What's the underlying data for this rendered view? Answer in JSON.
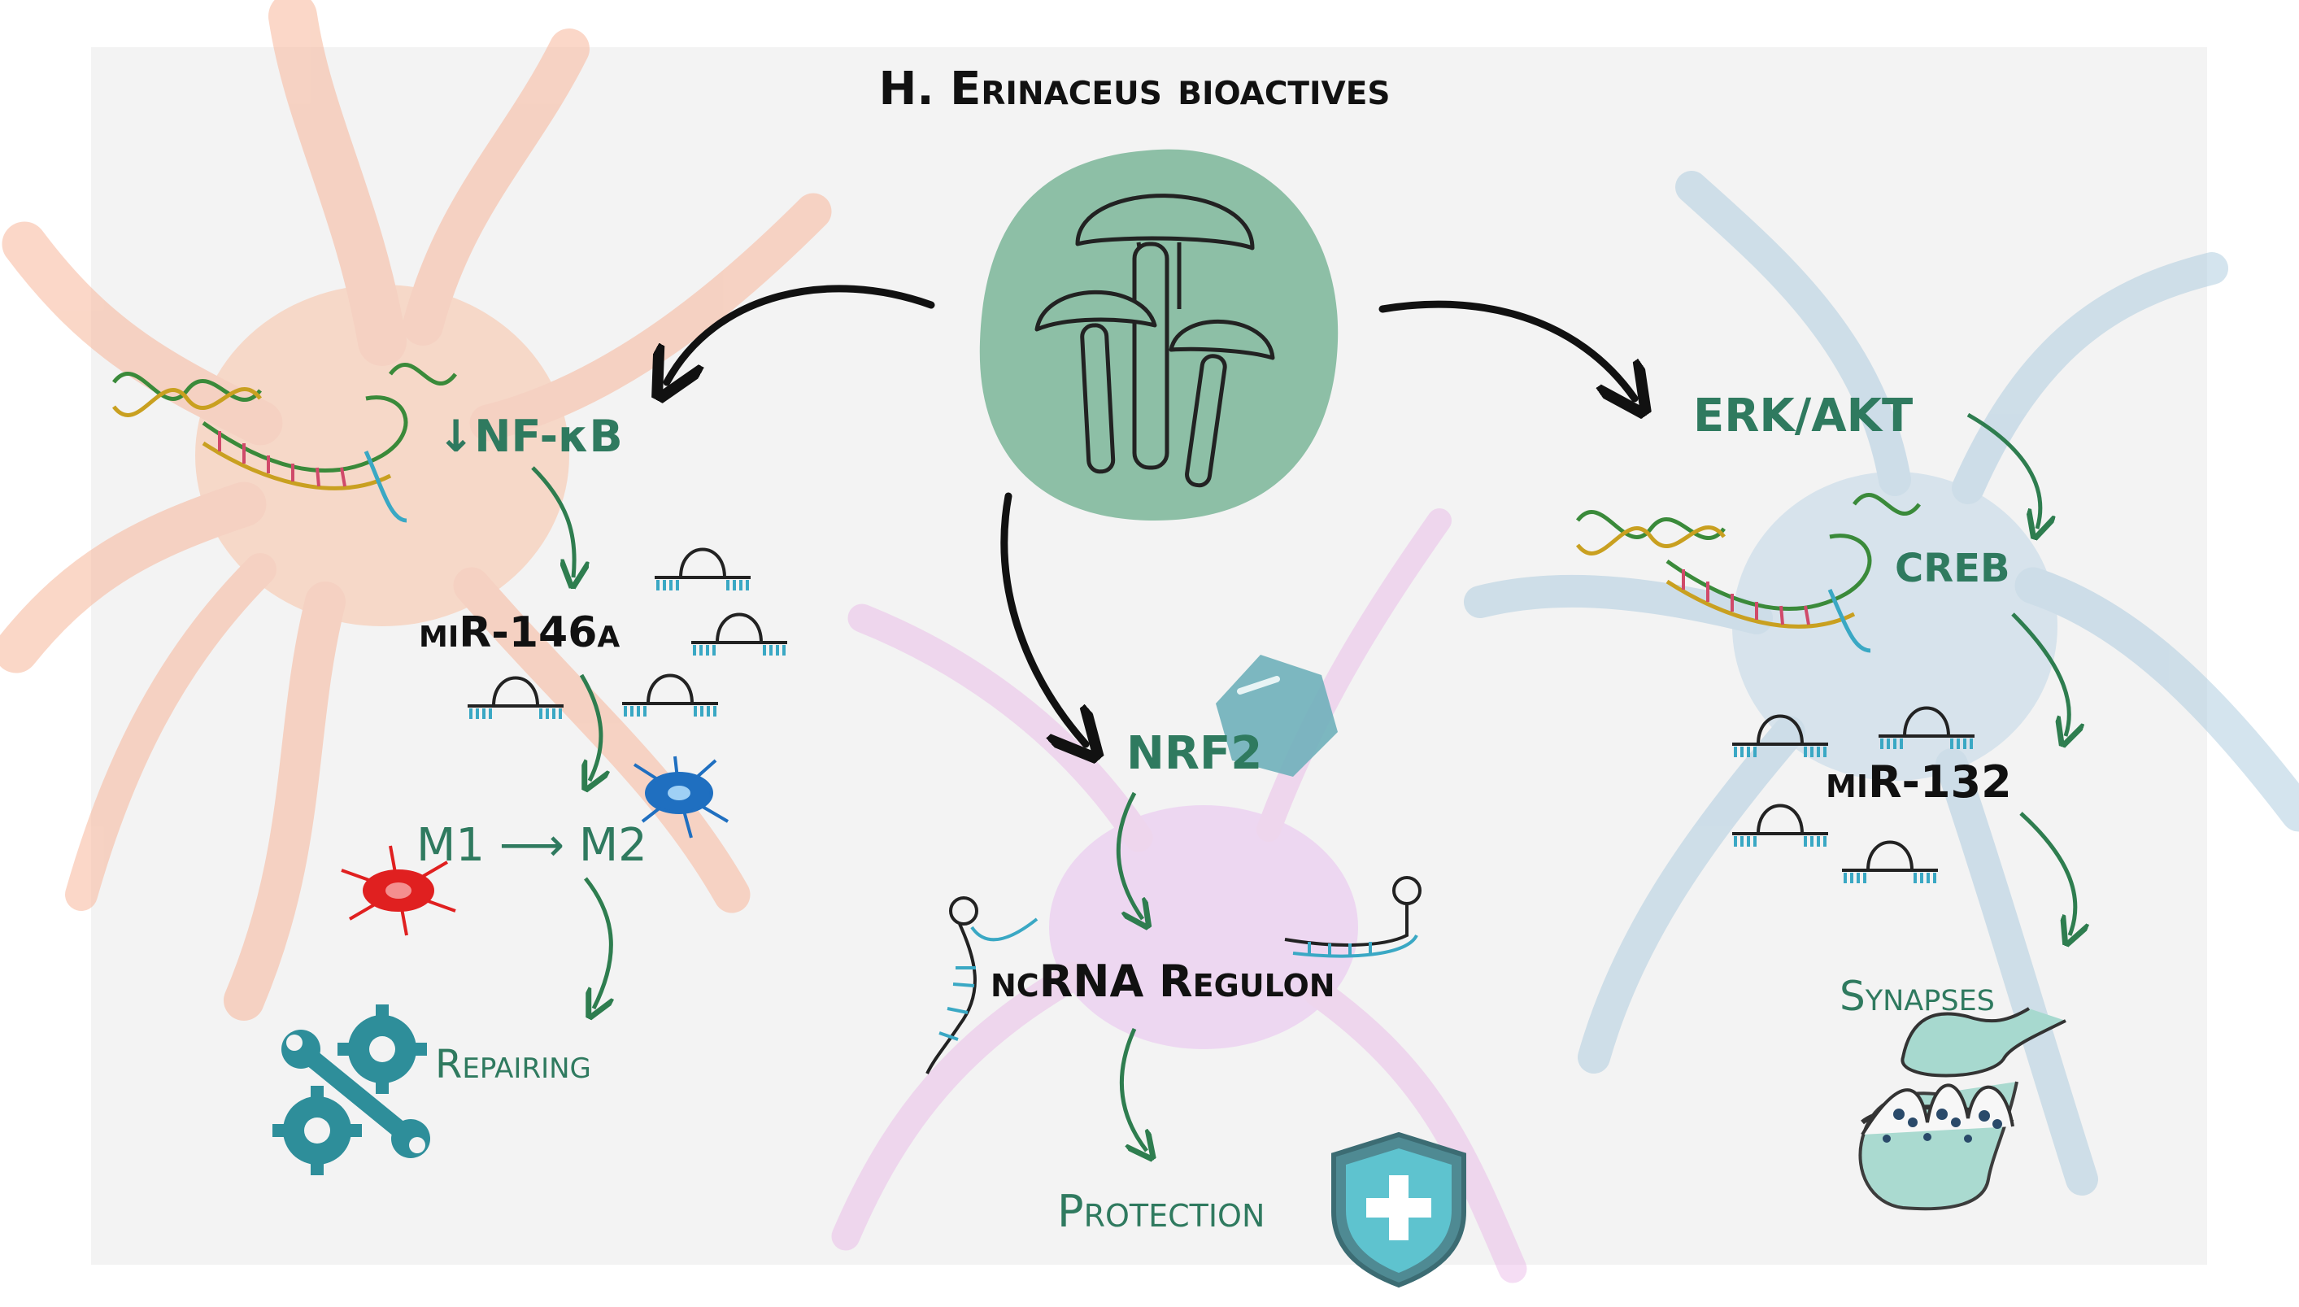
{
  "title": "H. Erinaceus bioactives",
  "left_pathway": {
    "nfkb": "↓NF-κB",
    "mirna": "miR-146a",
    "polarization": "M1 ⟶ M2",
    "outcome": "Repairing"
  },
  "center_pathway": {
    "nrf2": "NRF2",
    "regulon": "ncRNA Regulon",
    "outcome": "Protection"
  },
  "right_pathway": {
    "erk": "ERK/AKT",
    "creb": "CREB",
    "mirna": "miR-132",
    "outcome": "Synapses"
  },
  "colors": {
    "accent_green": "#2f7a5f",
    "arrow_green": "#2e7d4f",
    "mushroom_blob": "#8dbfa6",
    "teal_icon": "#2e8e9a",
    "mirna_teal": "#3aa8c4",
    "astro_orange": "#f7b79b",
    "neuron_blue": "#a9c9de",
    "center_pink": "#e9b3e6"
  }
}
